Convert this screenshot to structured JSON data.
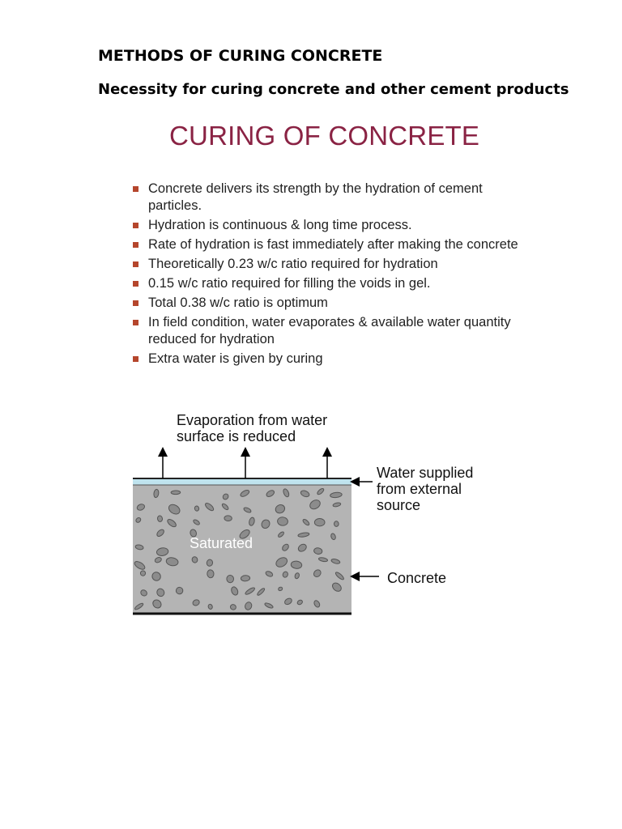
{
  "document": {
    "title": "METHODS OF CURING CONCRETE",
    "subtitle": "Necessity for curing concrete and other cement products"
  },
  "slide": {
    "title": "CURING OF CONCRETE",
    "bullets": [
      "Concrete delivers its strength by the hydration of cement particles.",
      "Hydration is continuous & long time process.",
      "Rate of hydration is fast immediately after making the concrete",
      "Theoretically 0.23 w/c ratio required for hydration",
      "0.15 w/c ratio required for filling the voids in gel.",
      "Total 0.38 w/c ratio is optimum",
      "In field condition, water evaporates & available water quantity reduced for hydration",
      "Extra water is given by curing"
    ],
    "bullet_color": "#b5462c",
    "title_color": "#8a2344"
  },
  "diagram": {
    "evaporation_label": [
      "Evaporation from water",
      "surface is reduced"
    ],
    "water_label": [
      "Water supplied",
      "from external",
      "source"
    ],
    "concrete_label": "Concrete",
    "saturated_label": "Saturated",
    "concrete_color": "#b4b4b4",
    "water_color": "#bfe3ee"
  }
}
